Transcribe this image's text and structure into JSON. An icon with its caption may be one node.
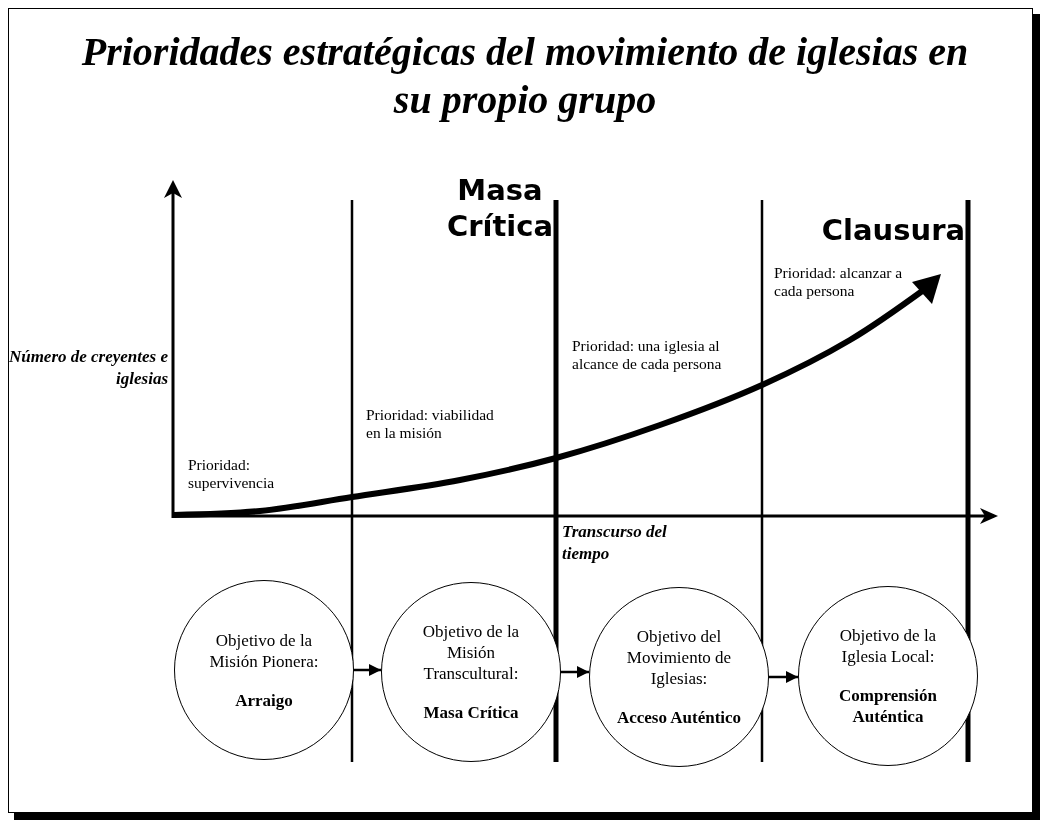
{
  "diagram": {
    "title": "Prioridades estratégicas del movimiento de iglesias en su propio grupo",
    "nodes": [
      {
        "text": [
          "Objetivo de la Misión Pionera:",
          "Arraigo"
        ]
      },
      {
        "text": [
          "Objetivo de la Misión Transcultural:",
          "Masa Crítica"
        ]
      },
      {
        "text": [
          "Objetivo del Movimiento de Iglesias:",
          "Acceso Auténtico"
        ]
      },
      {
        "text": [
          "Objetivo de la Iglesia Local:",
          "Comprensión Auténtica"
        ]
      }
    ],
    "edges": [
      {
        "from": 0,
        "to": 1,
        "arrow": "to"
      },
      {
        "from": 1,
        "to": 2,
        "arrow": "to"
      },
      {
        "from": 2,
        "to": 3,
        "arrow": "to"
      }
    ],
    "labels": [
      "Masa Crítica",
      "Clausura",
      "Prioridad: alcanzar a cada persona",
      "Número de creyentes e iglesias",
      "Prioridad: una iglesia al alcance de cada persona",
      "Prioridad: viabilidad en la misión",
      "Prioridad: supervivencia",
      "Transcurso del tiempo"
    ]
  }
}
